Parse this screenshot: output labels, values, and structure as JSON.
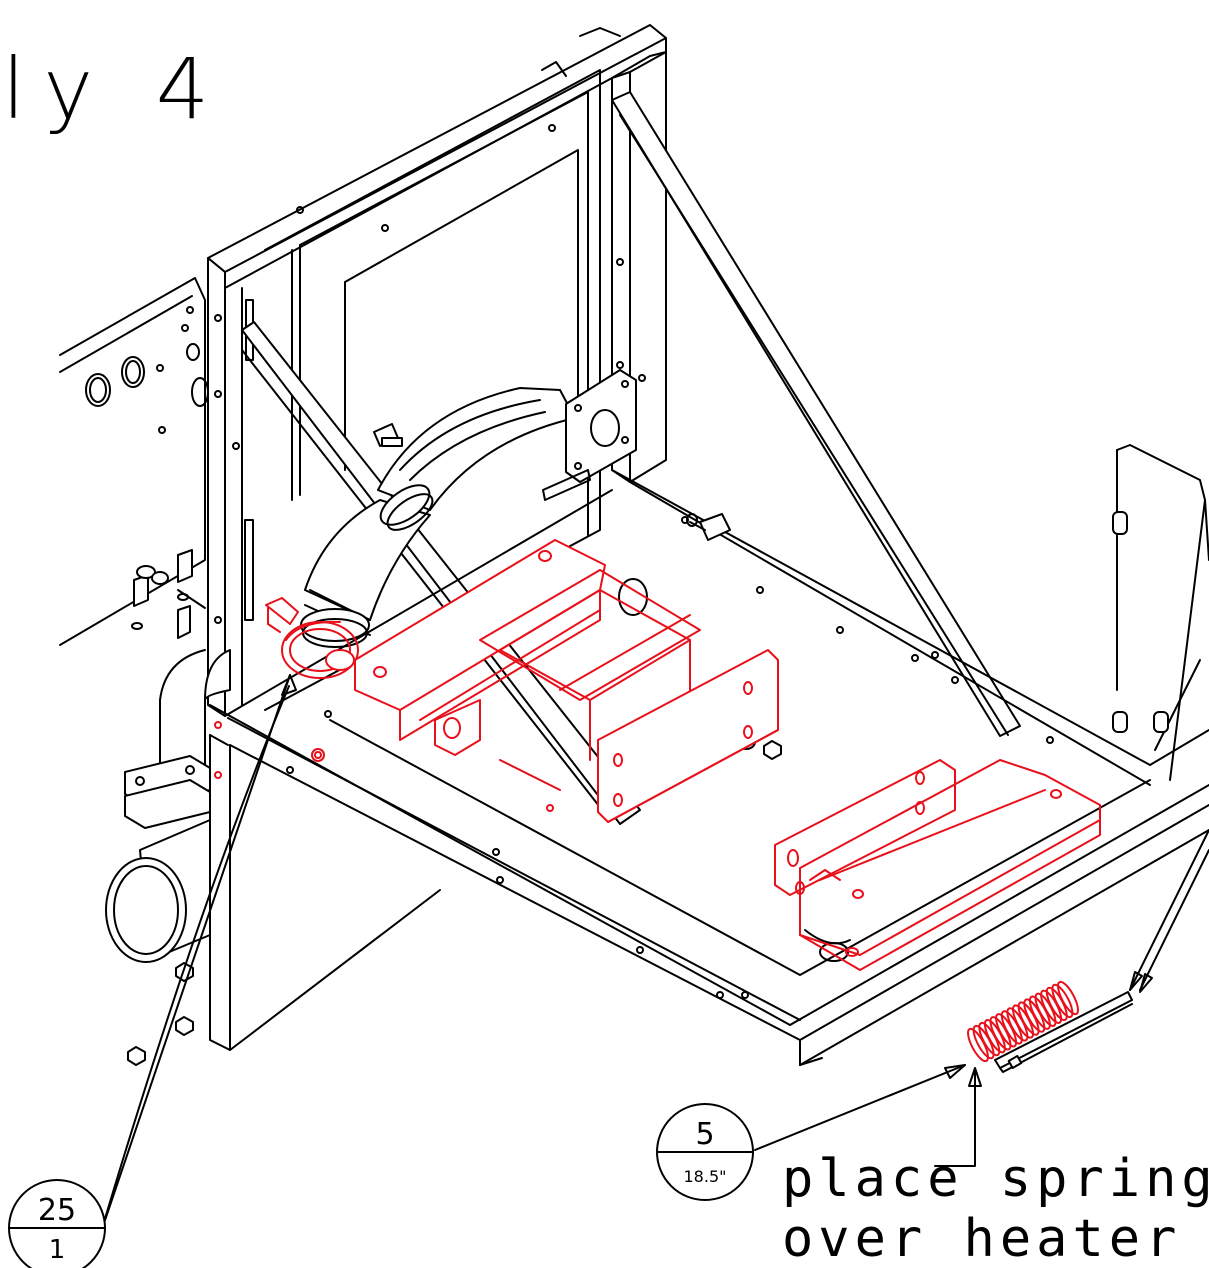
{
  "title": "ly 4",
  "balloons": [
    {
      "id": "balloon-25",
      "item": "25",
      "qty": "1"
    },
    {
      "id": "balloon-5",
      "item": "5",
      "qty": "18.5\""
    }
  ],
  "note": {
    "line1": "place spring",
    "line2": "over heater"
  },
  "colors": {
    "linework": "#000000",
    "highlight": "#e8101a",
    "background": "#ffffff"
  }
}
